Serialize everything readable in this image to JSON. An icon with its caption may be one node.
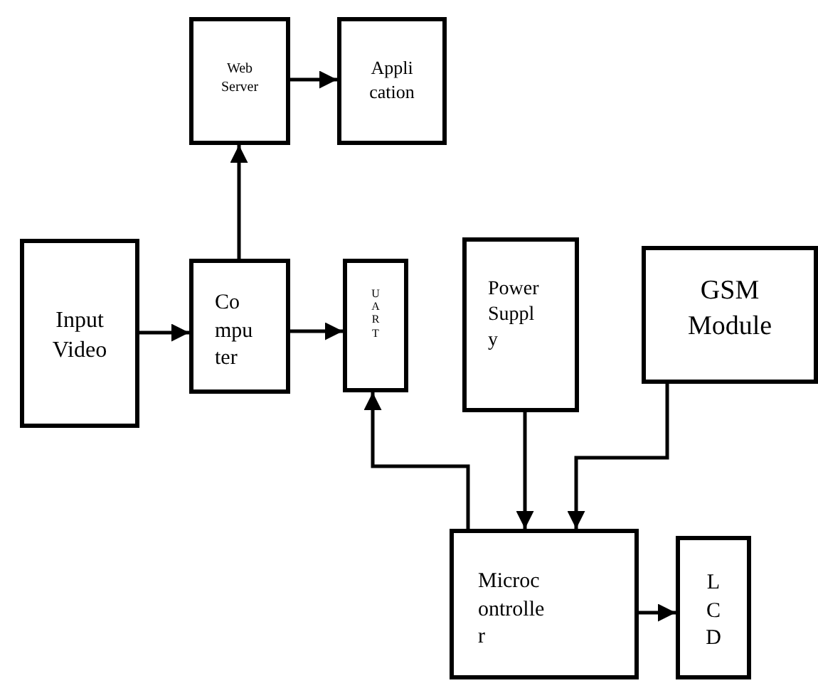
{
  "diagram": {
    "nodes": [
      {
        "text": [
          "Web Server"
        ]
      },
      {
        "text": [
          "Appli cation"
        ]
      },
      {
        "text": [
          "Input Video"
        ]
      },
      {
        "text": [
          "Co mpu ter"
        ]
      },
      {
        "text": [
          "U A R T"
        ]
      },
      {
        "text": [
          "Power Suppl y"
        ]
      },
      {
        "text": [
          "GSM Module"
        ]
      },
      {
        "text": [
          "Microc ontrolle r"
        ]
      },
      {
        "text": [
          "L C D"
        ]
      }
    ],
    "edges": [
      {
        "from": 2,
        "to": 3,
        "arrow": "to"
      },
      {
        "from": 3,
        "to": 0,
        "arrow": "to"
      },
      {
        "from": 0,
        "to": 1,
        "arrow": "to"
      },
      {
        "from": 3,
        "to": 4,
        "arrow": "to"
      },
      {
        "from": 7,
        "to": 4,
        "arrow": "to"
      },
      {
        "from": 5,
        "to": 7,
        "arrow": "to"
      },
      {
        "from": 6,
        "to": 7,
        "arrow": "to"
      },
      {
        "from": 7,
        "to": 8,
        "arrow": "to"
      }
    ]
  }
}
